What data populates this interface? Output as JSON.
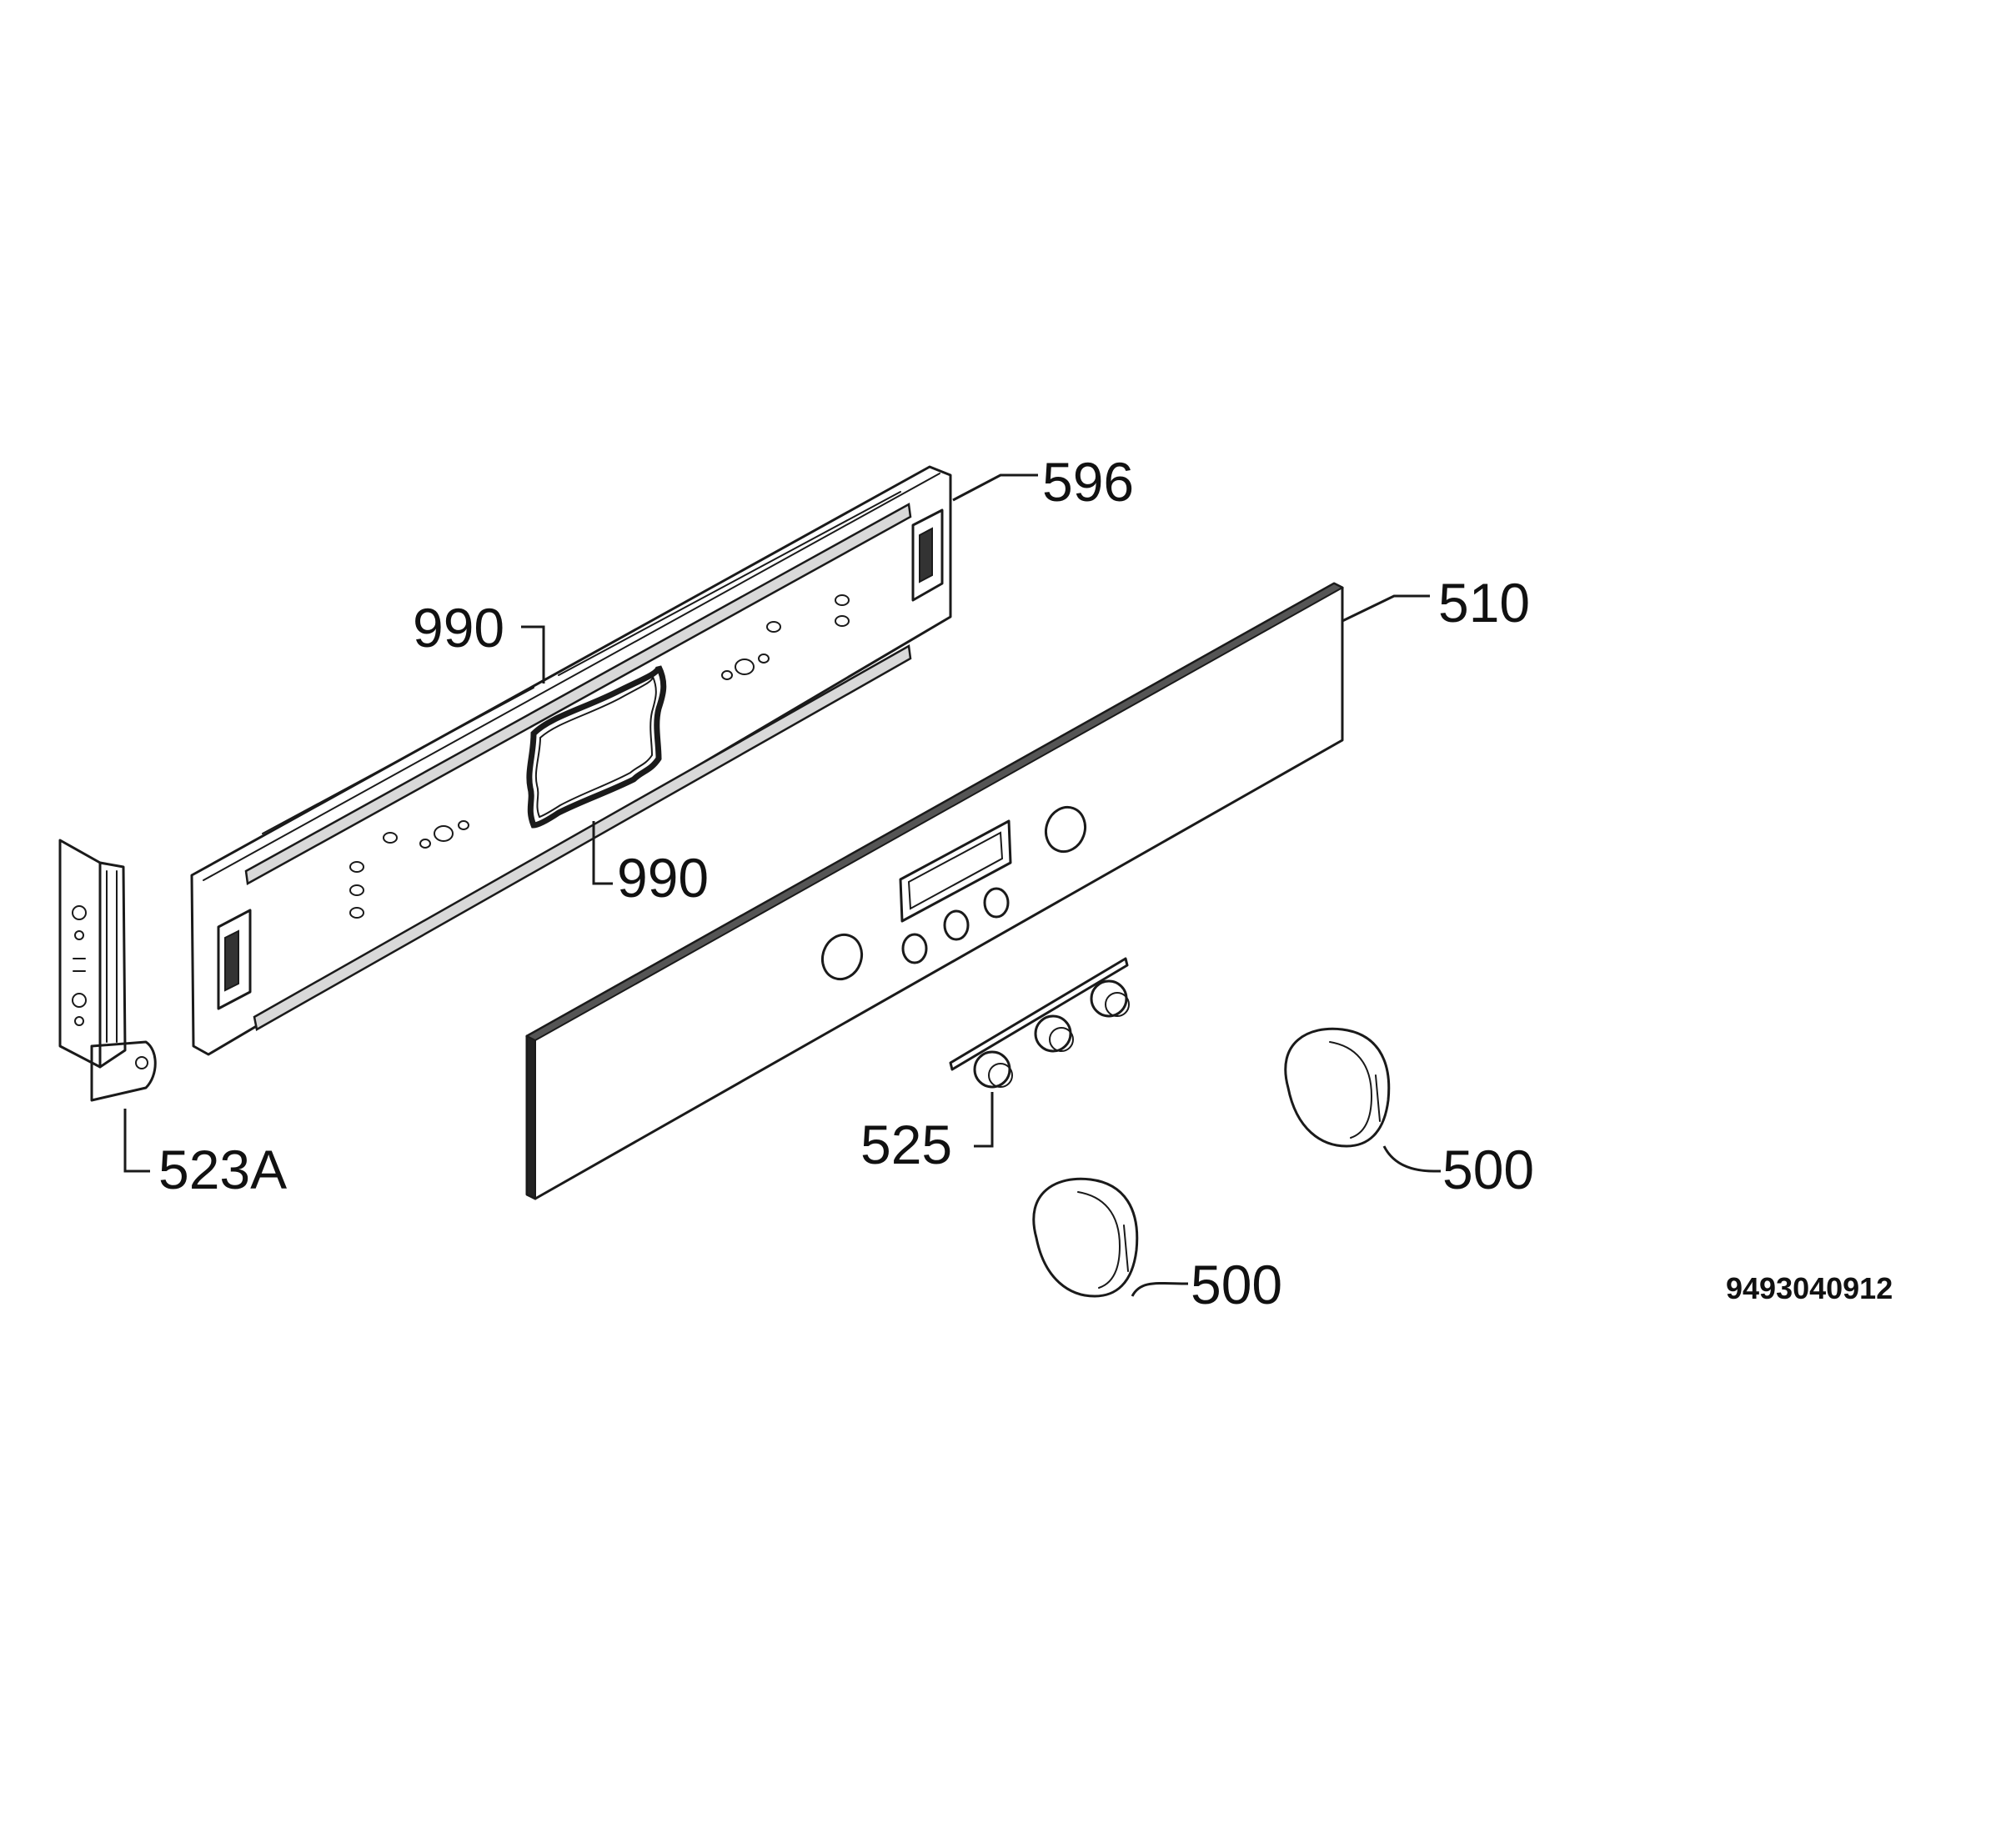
{
  "parts": [
    {
      "ref": "596"
    },
    {
      "ref": "510"
    },
    {
      "ref": "990"
    },
    {
      "ref": "990"
    },
    {
      "ref": "523A"
    },
    {
      "ref": "525"
    },
    {
      "ref": "500"
    },
    {
      "ref": "500"
    }
  ],
  "drawing_code": "9493040912"
}
